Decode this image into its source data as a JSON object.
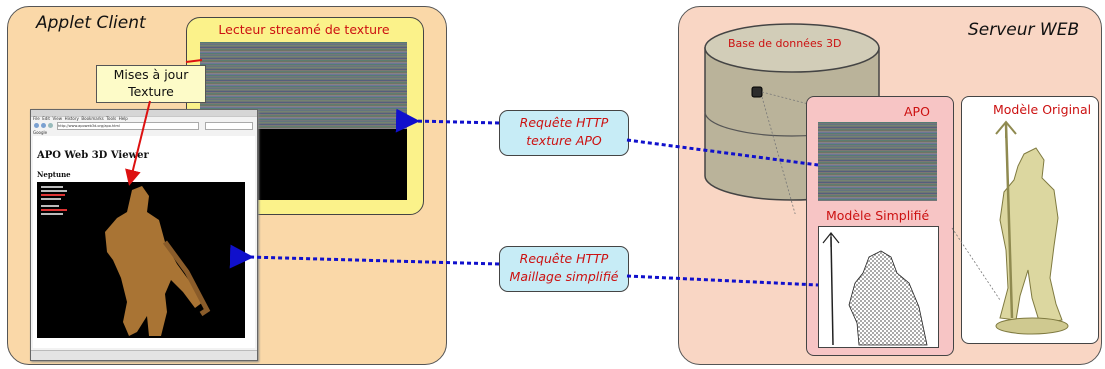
{
  "client": {
    "title": "Applet Client"
  },
  "server": {
    "title": "Serveur WEB"
  },
  "texture_reader": {
    "label": "Lecteur streamé de texture"
  },
  "updates_box": {
    "line1": "Mises à jour",
    "line2": "Texture"
  },
  "browser": {
    "page_title": "APO Web 3D Viewer",
    "model_name": "Neptune",
    "url": "http://www.apoweb3d.org/apo.html",
    "menu": [
      "File",
      "Edit",
      "View",
      "History",
      "Bookmarks",
      "Tools",
      "Help"
    ],
    "bookmark": "Google"
  },
  "request_texture": {
    "line1": "Requête HTTP",
    "line2": "texture APO"
  },
  "request_mesh": {
    "line1": "Requête HTTP",
    "line2": "Maillage simplifié"
  },
  "database": {
    "label": "Base de données 3D"
  },
  "apo": {
    "label": "APO"
  },
  "simplified": {
    "label": "Modèle Simplifié"
  },
  "original": {
    "label": "Modèle Original"
  },
  "colors": {
    "client_bg": "#fad8a8",
    "server_bg": "#f9d6c4",
    "arrow_blue": "#1010cc",
    "label_red": "#cc1111",
    "request_bg": "#c7ecf6"
  }
}
